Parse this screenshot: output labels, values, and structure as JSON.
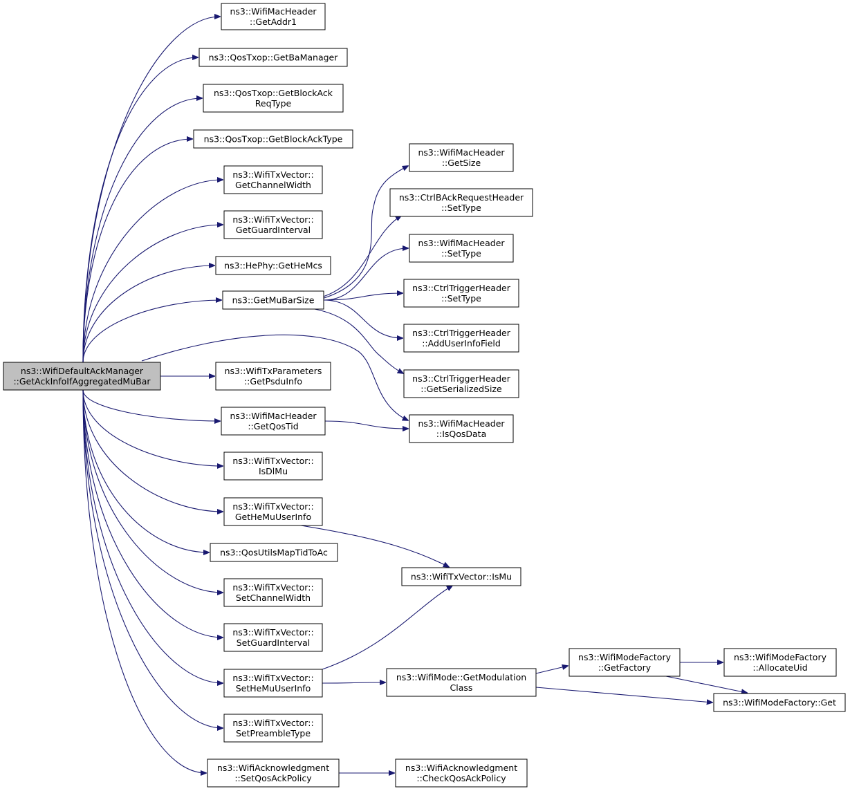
{
  "graph": {
    "edge_color": "#191970",
    "root_fill": "#bfbfbf",
    "nodes": [
      {
        "id": "root",
        "lines": [
          "ns3::WifiDefaultAckManager",
          "::GetAckInfoIfAggregatedMuBar"
        ],
        "root": true
      },
      {
        "id": "getaddr1",
        "lines": [
          "ns3::WifiMacHeader",
          "::GetAddr1"
        ]
      },
      {
        "id": "getbamanager",
        "lines": [
          "ns3::QosTxop::GetBaManager"
        ]
      },
      {
        "id": "getblockackreqtype",
        "lines": [
          "ns3::QosTxop::GetBlockAck",
          "ReqType"
        ]
      },
      {
        "id": "getblockacktype",
        "lines": [
          "ns3::QosTxop::GetBlockAckType"
        ]
      },
      {
        "id": "getchannelwidth",
        "lines": [
          "ns3::WifiTxVector::",
          "GetChannelWidth"
        ]
      },
      {
        "id": "getguardinterval",
        "lines": [
          "ns3::WifiTxVector::",
          "GetGuardInterval"
        ]
      },
      {
        "id": "gethemcs",
        "lines": [
          "ns3::HePhy::GetHeMcs"
        ]
      },
      {
        "id": "getmubarsize",
        "lines": [
          "ns3::GetMuBarSize"
        ]
      },
      {
        "id": "getpsduinfo",
        "lines": [
          "ns3::WifiTxParameters",
          "::GetPsduInfo"
        ]
      },
      {
        "id": "getqostid",
        "lines": [
          "ns3::WifiMacHeader",
          "::GetQosTid"
        ]
      },
      {
        "id": "isdlmu",
        "lines": [
          "ns3::WifiTxVector::",
          "IsDlMu"
        ]
      },
      {
        "id": "gethemuuserinfo",
        "lines": [
          "ns3::WifiTxVector::",
          "GetHeMuUserInfo"
        ]
      },
      {
        "id": "qosutilsmaptidtoac",
        "lines": [
          "ns3::QosUtilsMapTidToAc"
        ]
      },
      {
        "id": "setchannelwidth",
        "lines": [
          "ns3::WifiTxVector::",
          "SetChannelWidth"
        ]
      },
      {
        "id": "setguardinterval",
        "lines": [
          "ns3::WifiTxVector::",
          "SetGuardInterval"
        ]
      },
      {
        "id": "sethemuuserinfo",
        "lines": [
          "ns3::WifiTxVector::",
          "SetHeMuUserInfo"
        ]
      },
      {
        "id": "setpreambletype",
        "lines": [
          "ns3::WifiTxVector::",
          "SetPreambleType"
        ]
      },
      {
        "id": "setqosackpolicy",
        "lines": [
          "ns3::WifiAcknowledgment",
          "::SetQosAckPolicy"
        ]
      },
      {
        "id": "getsize",
        "lines": [
          "ns3::WifiMacHeader",
          "::GetSize"
        ]
      },
      {
        "id": "ctrlbackreq_settype",
        "lines": [
          "ns3::CtrlBAckRequestHeader",
          "::SetType"
        ]
      },
      {
        "id": "wifimacheader_settype",
        "lines": [
          "ns3::WifiMacHeader",
          "::SetType"
        ]
      },
      {
        "id": "ctrltrigger_settype",
        "lines": [
          "ns3::CtrlTriggerHeader",
          "::SetType"
        ]
      },
      {
        "id": "adduserinfofield",
        "lines": [
          "ns3::CtrlTriggerHeader",
          "::AddUserInfoField"
        ]
      },
      {
        "id": "getserializedsize",
        "lines": [
          "ns3::CtrlTriggerHeader",
          "::GetSerializedSize"
        ]
      },
      {
        "id": "isqosdata",
        "lines": [
          "ns3::WifiMacHeader",
          "::IsQosData"
        ]
      },
      {
        "id": "ismu",
        "lines": [
          "ns3::WifiTxVector::IsMu"
        ]
      },
      {
        "id": "getmodulationclass",
        "lines": [
          "ns3::WifiMode::GetModulation",
          "Class"
        ]
      },
      {
        "id": "getfactory",
        "lines": [
          "ns3::WifiModeFactory",
          "::GetFactory"
        ]
      },
      {
        "id": "allocateuid",
        "lines": [
          "ns3::WifiModeFactory",
          "::AllocateUid"
        ]
      },
      {
        "id": "factoryget",
        "lines": [
          "ns3::WifiModeFactory::Get"
        ]
      },
      {
        "id": "checkqosackpolicy",
        "lines": [
          "ns3::WifiAcknowledgment",
          "::CheckQosAckPolicy"
        ]
      }
    ],
    "edges": [
      [
        "root",
        "getaddr1"
      ],
      [
        "root",
        "getbamanager"
      ],
      [
        "root",
        "getblockackreqtype"
      ],
      [
        "root",
        "getblockacktype"
      ],
      [
        "root",
        "getchannelwidth"
      ],
      [
        "root",
        "getguardinterval"
      ],
      [
        "root",
        "gethemcs"
      ],
      [
        "root",
        "getmubarsize"
      ],
      [
        "root",
        "isqosdata"
      ],
      [
        "root",
        "getpsduinfo"
      ],
      [
        "root",
        "getqostid"
      ],
      [
        "root",
        "isdlmu"
      ],
      [
        "root",
        "gethemuuserinfo"
      ],
      [
        "root",
        "qosutilsmaptidtoac"
      ],
      [
        "root",
        "setchannelwidth"
      ],
      [
        "root",
        "setguardinterval"
      ],
      [
        "root",
        "sethemuuserinfo"
      ],
      [
        "root",
        "setpreambletype"
      ],
      [
        "root",
        "setqosackpolicy"
      ],
      [
        "getmubarsize",
        "getsize"
      ],
      [
        "getmubarsize",
        "ctrlbackreq_settype"
      ],
      [
        "getmubarsize",
        "wifimacheader_settype"
      ],
      [
        "getmubarsize",
        "ctrltrigger_settype"
      ],
      [
        "getmubarsize",
        "adduserinfofield"
      ],
      [
        "getmubarsize",
        "getserializedsize"
      ],
      [
        "getqostid",
        "isqosdata"
      ],
      [
        "gethemuuserinfo",
        "ismu"
      ],
      [
        "sethemuuserinfo",
        "ismu"
      ],
      [
        "sethemuuserinfo",
        "getmodulationclass"
      ],
      [
        "getmodulationclass",
        "getfactory"
      ],
      [
        "getmodulationclass",
        "factoryget"
      ],
      [
        "getfactory",
        "allocateuid"
      ],
      [
        "getfactory",
        "factoryget"
      ],
      [
        "setqosackpolicy",
        "checkqosackpolicy"
      ]
    ]
  }
}
